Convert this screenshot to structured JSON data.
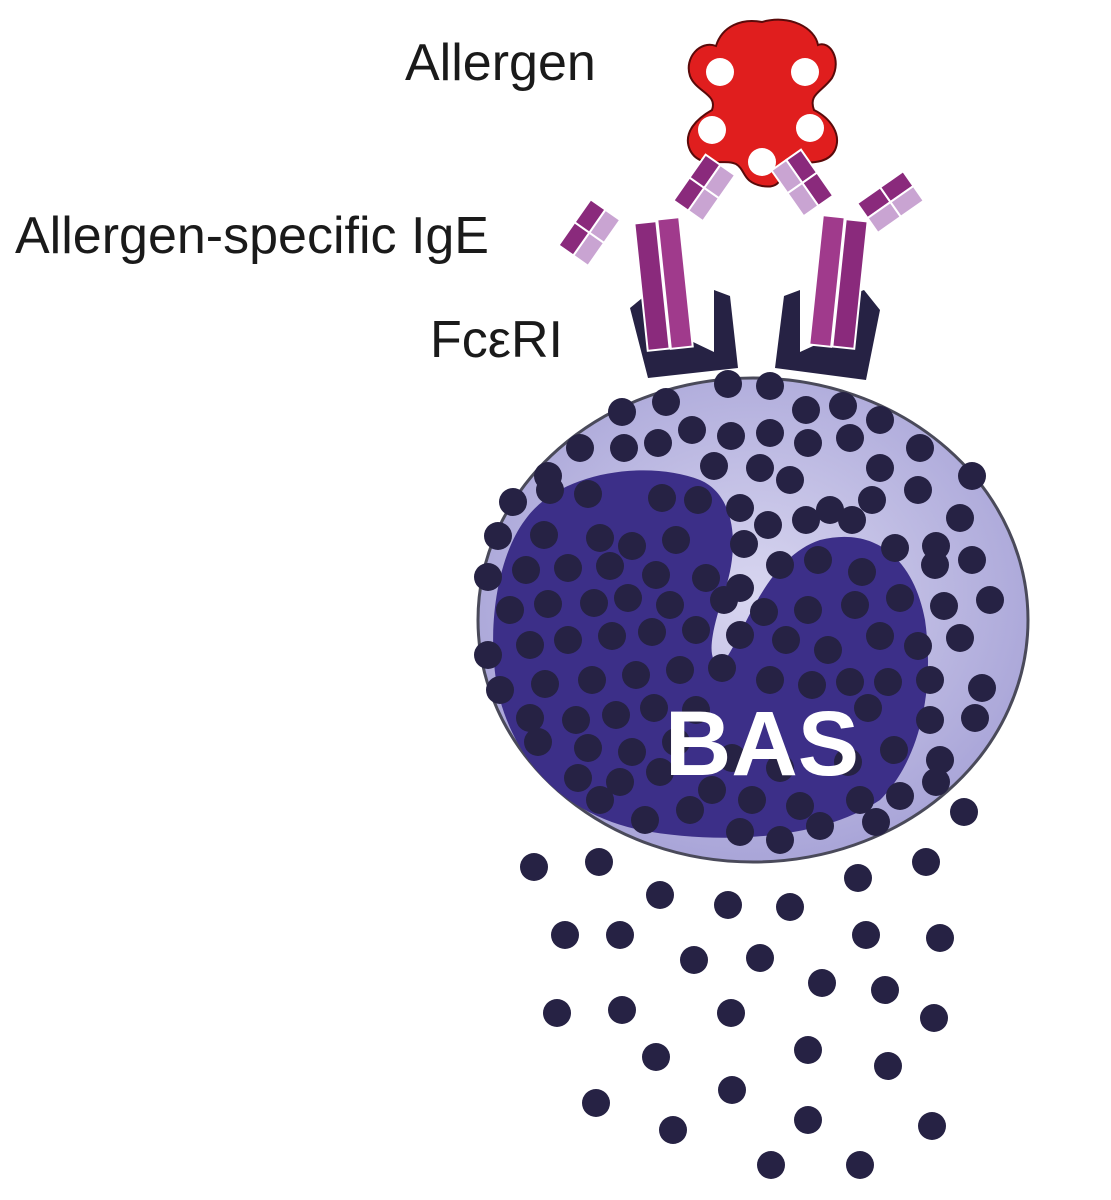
{
  "labels": {
    "allergen": "Allergen",
    "ige": "Allergen-specific IgE",
    "receptor": "FcεRI",
    "cell": "BAS"
  },
  "colors": {
    "allergen": "#e01e1e",
    "heavy_chain": "#8a2a7c",
    "light_chain": "#c9a4d2",
    "receptor": "#262244",
    "granule": "#262244",
    "cell_fill": "#b9b6df",
    "nucleus": "#3c2f88"
  }
}
